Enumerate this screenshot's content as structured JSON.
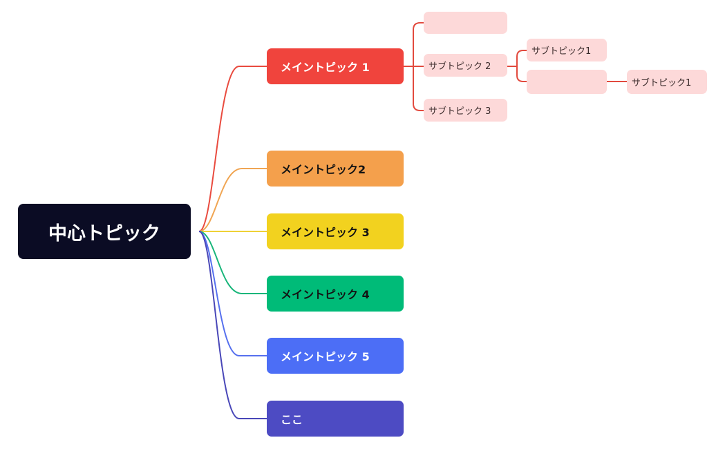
{
  "center_topic": {
    "label": "中心トピック",
    "color": "#0b0c24"
  },
  "main_topics": [
    {
      "label": "メイントピック 1",
      "color": "#f0443d"
    },
    {
      "label": "メイントピック2",
      "color": "#f4a04c"
    },
    {
      "label": "メイントピック 3",
      "color": "#f2d21f"
    },
    {
      "label": "メイントピック 4",
      "color": "#00bb78"
    },
    {
      "label": "メイントピック 5",
      "color": "#4c6ef6"
    },
    {
      "label": "ここ",
      "color": "#4d4bc3"
    }
  ],
  "sub_topics": {
    "color": "#fdd9d9",
    "line_color": "#e24a3e",
    "empty_1": "",
    "sub_2": "サブトピック 2",
    "sub_3": "サブトピック 3",
    "sub_2_1": "サブトピック1",
    "empty_2": "",
    "sub_2_2_1": "サブトピック1"
  }
}
